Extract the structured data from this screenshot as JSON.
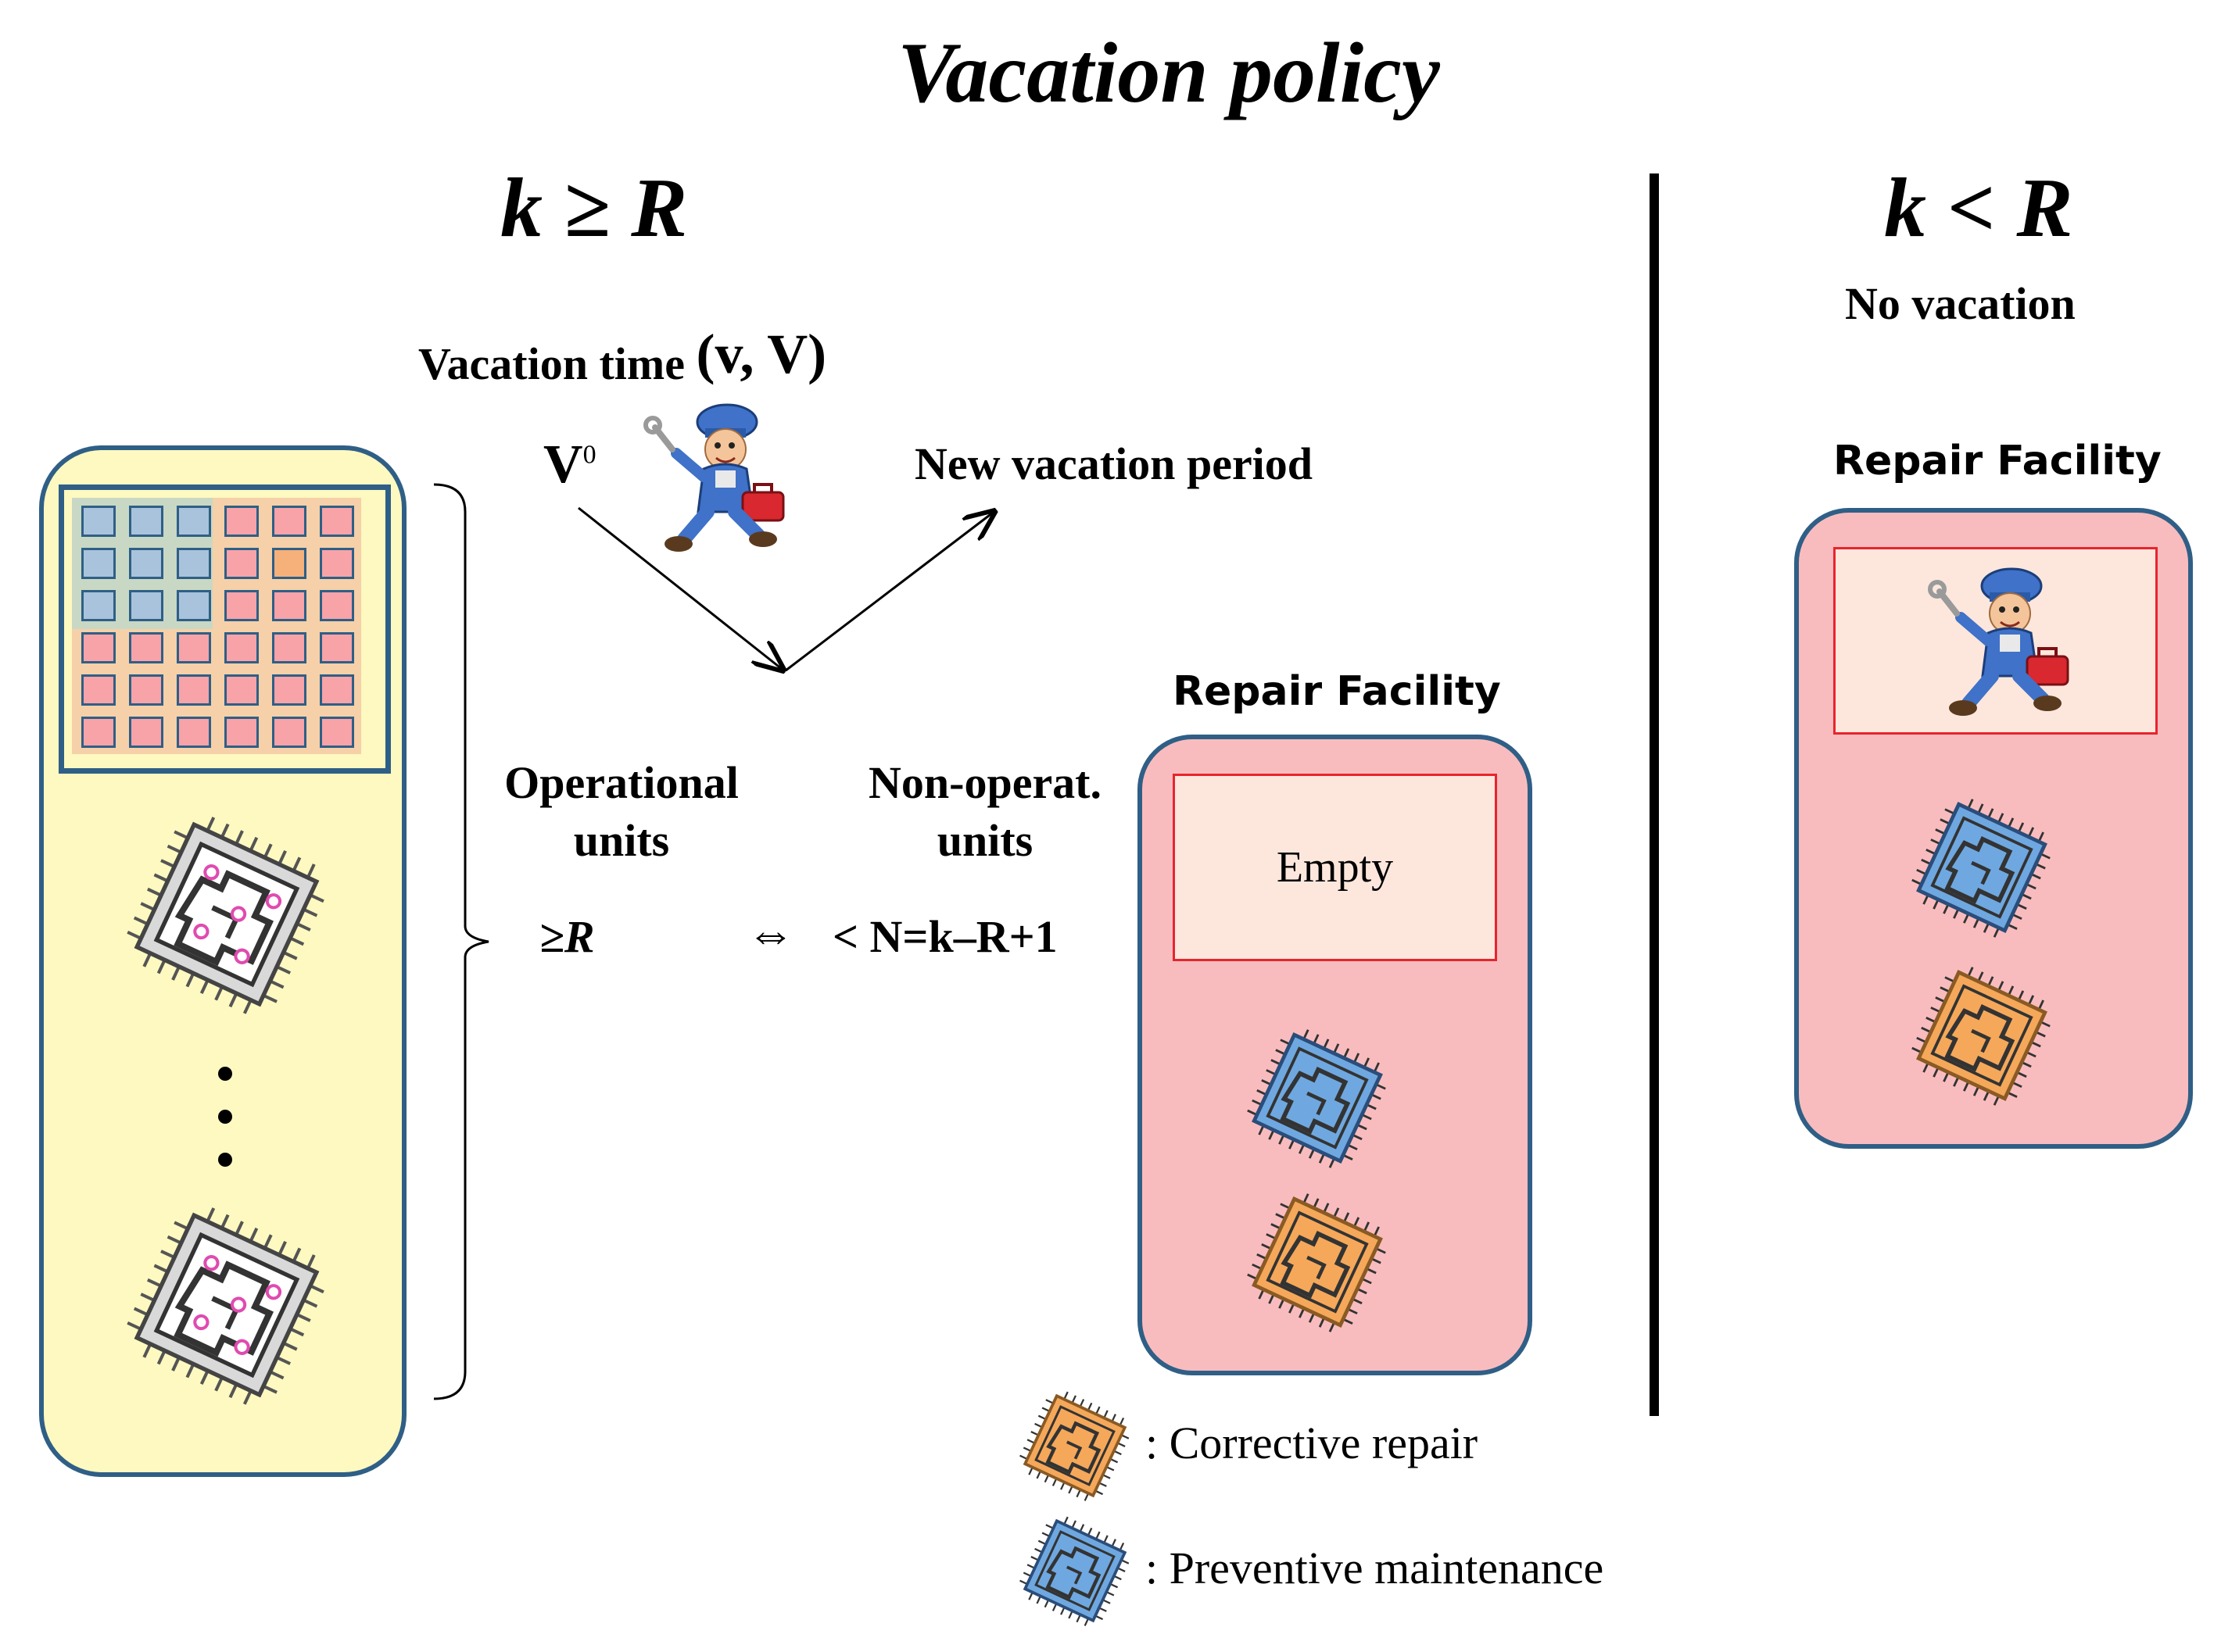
{
  "title": "Vacation policy",
  "left_condition": "k ≥ R",
  "right_condition": "k < R",
  "no_vacation": "No vacation",
  "vacation_time_label": "Vacation time",
  "vacation_time_params": "(v, V)",
  "v0_label": "V",
  "v0_superscript": "0",
  "new_vacation_period": "New vacation period",
  "operational_units": [
    "Operational",
    "units"
  ],
  "non_operational_units": [
    "Non-operat.",
    "units"
  ],
  "ge_r": "≥R",
  "equivalence_symbol": "⇔",
  "lt_expression": "< N=k–R+1",
  "repair_facility_label": "Repair Facility",
  "empty_label": "Empty",
  "legend": [
    {
      "label": ": Corrective repair",
      "icon": "orange-chip-icon"
    },
    {
      "label": ": Preventive maintenance",
      "icon": "blue-chip-icon"
    }
  ],
  "colors": {
    "panel_yellow": "#fdf9c0",
    "panel_pink": "#f9bcbe",
    "border_blue": "#2f5f86",
    "inner_red_border": "#e8242d",
    "chip_blue": "#6fa8e0",
    "chip_orange": "#f5a85a",
    "cell_blue": "#a9c3dc",
    "cell_red": "#f7a3a8",
    "cell_orange": "#f6b07a"
  }
}
